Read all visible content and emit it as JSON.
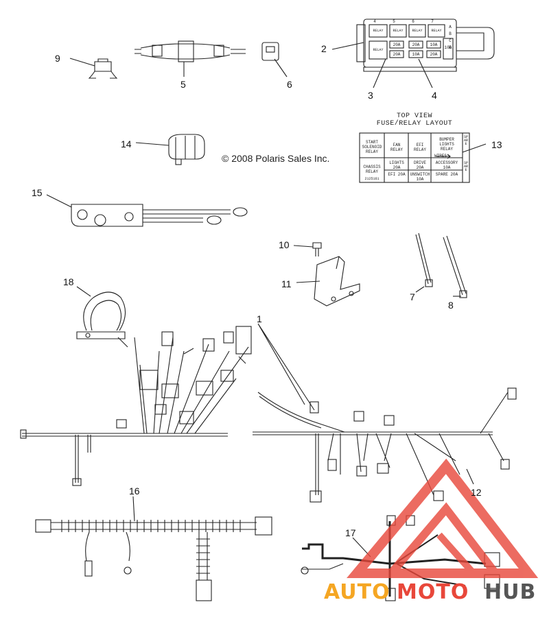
{
  "copyright": "© 2008 Polaris Sales Inc.",
  "callouts": [
    "1",
    "2",
    "3",
    "4",
    "5",
    "6",
    "7",
    "8",
    "9",
    "10",
    "11",
    "12",
    "13",
    "14",
    "15",
    "16",
    "17",
    "18"
  ],
  "fuse_table": {
    "title_line1": "TOP VIEW",
    "title_line2": "FUSE/RELAY LAYOUT",
    "top_row": [
      "START SOLENOID RELAY",
      "FAN RELAY",
      "EFI RELAY",
      "BUMPER LIGHTS RELAY"
    ],
    "mid_row": [
      "CHASSIS RELAY",
      "LIGHTS 20A",
      "DRIVE 20A",
      "ACCESSORY 10A"
    ],
    "bottom_row": [
      "EFI 20A",
      "UNSWITCH 10A",
      "SPARE 20A"
    ],
    "wires_label": "WIRES",
    "side_label_top": "SPARE",
    "side_label_bottom": "SPARE",
    "part_number": "2125161"
  },
  "fuse_box_labels": {
    "relay": "RELAY",
    "fuses": [
      "20A",
      "20A",
      "10A",
      "20A",
      "10A",
      "20A",
      "10A"
    ],
    "row_letters": [
      "A",
      "B",
      "C",
      "D"
    ],
    "col_numbers": [
      "4",
      "5",
      "6",
      "7"
    ]
  },
  "watermark": {
    "part1": "AUTO",
    "part2": "MOTO",
    "part3": "HUB",
    "color_primary": "#e8473a",
    "color_secondary": "#f5a623",
    "color_dark": "#555555"
  }
}
